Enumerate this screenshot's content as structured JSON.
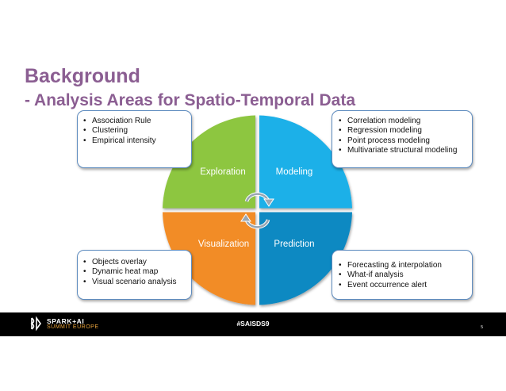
{
  "slide": {
    "title": "Background",
    "subtitle": "- Analysis Areas for Spatio-Temporal Data",
    "page_number": "5"
  },
  "quadrants": {
    "top_left": {
      "label": "Exploration",
      "color": "#8dc63f"
    },
    "top_right": {
      "label": "Modeling",
      "color": "#1ab0e8"
    },
    "bottom_left": {
      "label": "Visualization",
      "color": "#f28c28"
    },
    "bottom_right": {
      "label": "Prediction",
      "color": "#1089c2"
    }
  },
  "boxes": {
    "exploration": [
      "Association Rule",
      "Clustering",
      "Empirical intensity"
    ],
    "modeling": [
      "Correlation modeling",
      "Regression modeling",
      "Point process modeling",
      "Multivariate structural modeling"
    ],
    "visualization": [
      "Objects overlay",
      "Dynamic heat map",
      "Visual scenario analysis"
    ],
    "prediction": [
      "Forecasting & interpolation",
      "What-if analysis",
      "Event occurrence alert"
    ]
  },
  "footer": {
    "logo_line1": "SPARK+AI",
    "logo_line2": "SUMMIT EUROPE",
    "hashtag": "#SAISDS9"
  },
  "colors": {
    "title": "#8b5e92",
    "box_border": "#5e8cbf",
    "footer_bg": "#000000",
    "logo_accent": "#e8a33c"
  }
}
